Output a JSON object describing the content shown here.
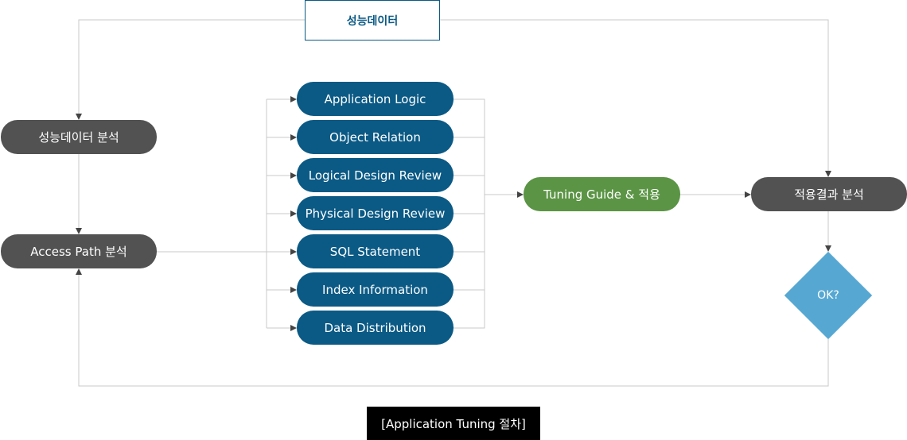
{
  "top_box": "성능데이터",
  "left": {
    "analysis": "성능데이터 분석",
    "access_path": "Access Path 분석"
  },
  "items": [
    "Application Logic",
    "Object Relation",
    "Logical Design Review",
    "Physical Design Review",
    "SQL Statement",
    "Index Information",
    "Data Distribution"
  ],
  "tuning": "Tuning Guide & 적용",
  "result": "적용결과 분석",
  "decision": "OK?",
  "caption": "[Application Tuning 절차]",
  "colors": {
    "gray_node": "#525252",
    "blue_node": "#0b5a85",
    "green_node": "#5a9444",
    "diamond": "#56a8d3",
    "connector": "#c8c8c8",
    "arrowhead": "#444444"
  }
}
